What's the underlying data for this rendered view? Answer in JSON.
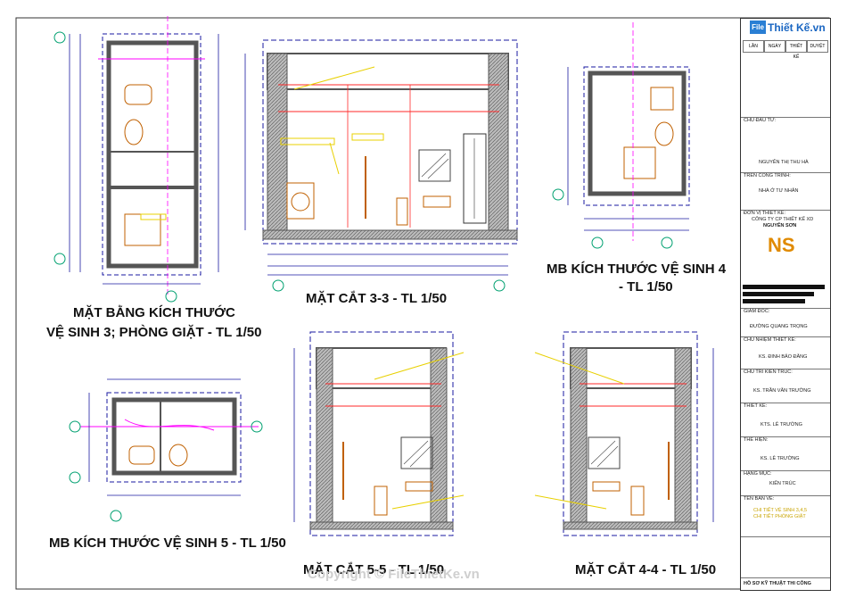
{
  "titles": {
    "plan_vs3_line1": "MẶT BẰNG KÍCH THƯỚC",
    "plan_vs3_line2": "VỆ SINH 3; PHÒNG GIẶT - TL 1/50",
    "section_33": "MẶT CẮT 3-3 - TL 1/50",
    "plan_vs4_line1": "MB KÍCH THƯỚC VỆ SINH 4",
    "plan_vs4_line2": "- TL 1/50",
    "plan_vs5": "MB KÍCH THƯỚC VỆ SINH 5 - TL 1/50",
    "section_55": "MẶT CẮT 5-5 - TL 1/50",
    "section_44": "MẶT CẮT 4-4 - TL 1/50"
  },
  "watermark": "Copyright © FileThietKe.vn",
  "title_block": {
    "logo_file": "File",
    "logo_text": "Thiết Kế.vn",
    "table_headers": [
      "LẦN",
      "NGÀY",
      "THIẾT KẾ",
      "DUYỆT"
    ],
    "owner_label": "CHỦ ĐẦU TƯ:",
    "owner_name": "NGUYỄN THỊ THU HÀ",
    "project_label": "TRÊN CÔNG TRÌNH:",
    "project_name": "NHÀ Ở TƯ NHÂN",
    "designer_label": "ĐƠN VỊ THIẾT KẾ:",
    "company_line1": "CÔNG TY CP THIẾT KẾ XD",
    "company_line2": "NGUYÊN SƠN",
    "logo_ns": "NS",
    "director_label": "GIÁM ĐỐC:",
    "director_name": "ĐƯỜNG QUANG TRỌNG",
    "chief_label": "CHỦ NHIỆM THIẾT KẾ:",
    "chief_name": "KS. ĐINH BẢO ĐĂNG",
    "chief_arch_label": "CHỦ TRÌ KIẾN TRÚC:",
    "chief_arch_name": "KS. TRẦN VĂN TRƯỜNG",
    "design_label": "THIẾT KẾ:",
    "design_name": "KTS. LÊ TRƯỜNG",
    "draw_label": "THỂ HIỆN:",
    "draw_name": "KS. LÊ TRƯỜNG",
    "category_label": "HẠNG MỤC:",
    "category_name": "KIẾN TRÚC",
    "drawing_label": "TÊN BẢN VẼ:",
    "drawing_name1": "CHI TIẾT VỆ SINH 3,4,5",
    "drawing_name2": "CHI TIẾT PHÒNG GIẶT",
    "footer": "HỒ SƠ KỸ THUẬT THI CÔNG"
  },
  "colors": {
    "wall": "#555555",
    "dim": "#1a1aa0",
    "grid": "#00a070",
    "section_red": "#ff2a2a",
    "magenta": "#ff00ff",
    "yellow": "#e8d000",
    "fixture": "#c06000",
    "hatch": "#8a8a8a"
  }
}
